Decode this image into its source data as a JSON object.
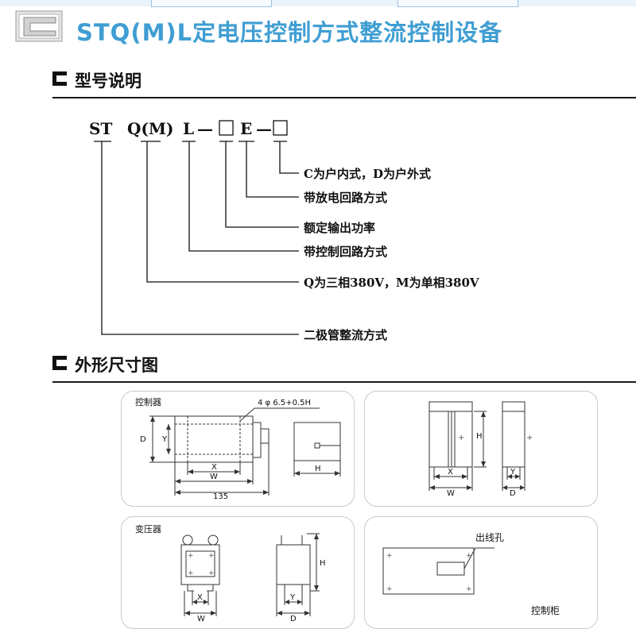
{
  "header": {
    "title": "STQ(M)L定电压控制方式整流控制设备"
  },
  "sections": {
    "model": {
      "title": "型号说明"
    },
    "dimensions": {
      "title": "外形尺寸图"
    }
  },
  "model_code": {
    "st": "ST",
    "qm": "Q(M)",
    "l": "L",
    "dash1": "—",
    "e": "E",
    "dash2": "—"
  },
  "model_descriptions": [
    "C为户内式，D为户外式",
    "带放电回路方式",
    "额定输出功率",
    "带控制回路方式",
    "Q为三相380V，M为单相380V",
    "二极管整流方式"
  ],
  "panels": {
    "controller": {
      "label": "控制器",
      "hole_note": "4 φ 6.5+0.5H",
      "dims": {
        "d": "D",
        "y": "Y",
        "x": "X",
        "w": "W",
        "total": "135",
        "h": "H"
      }
    },
    "cabinet_front": {
      "dims": {
        "h": "H",
        "x": "X",
        "w": "W",
        "y": "Y",
        "d": "D"
      }
    },
    "transformer": {
      "label": "变压器",
      "dims": {
        "x": "X",
        "w": "W",
        "h": "H",
        "y": "Y",
        "d": "D"
      }
    },
    "cabinet_base": {
      "outlet_label": "出线孔",
      "caption": "控制柜"
    }
  }
}
